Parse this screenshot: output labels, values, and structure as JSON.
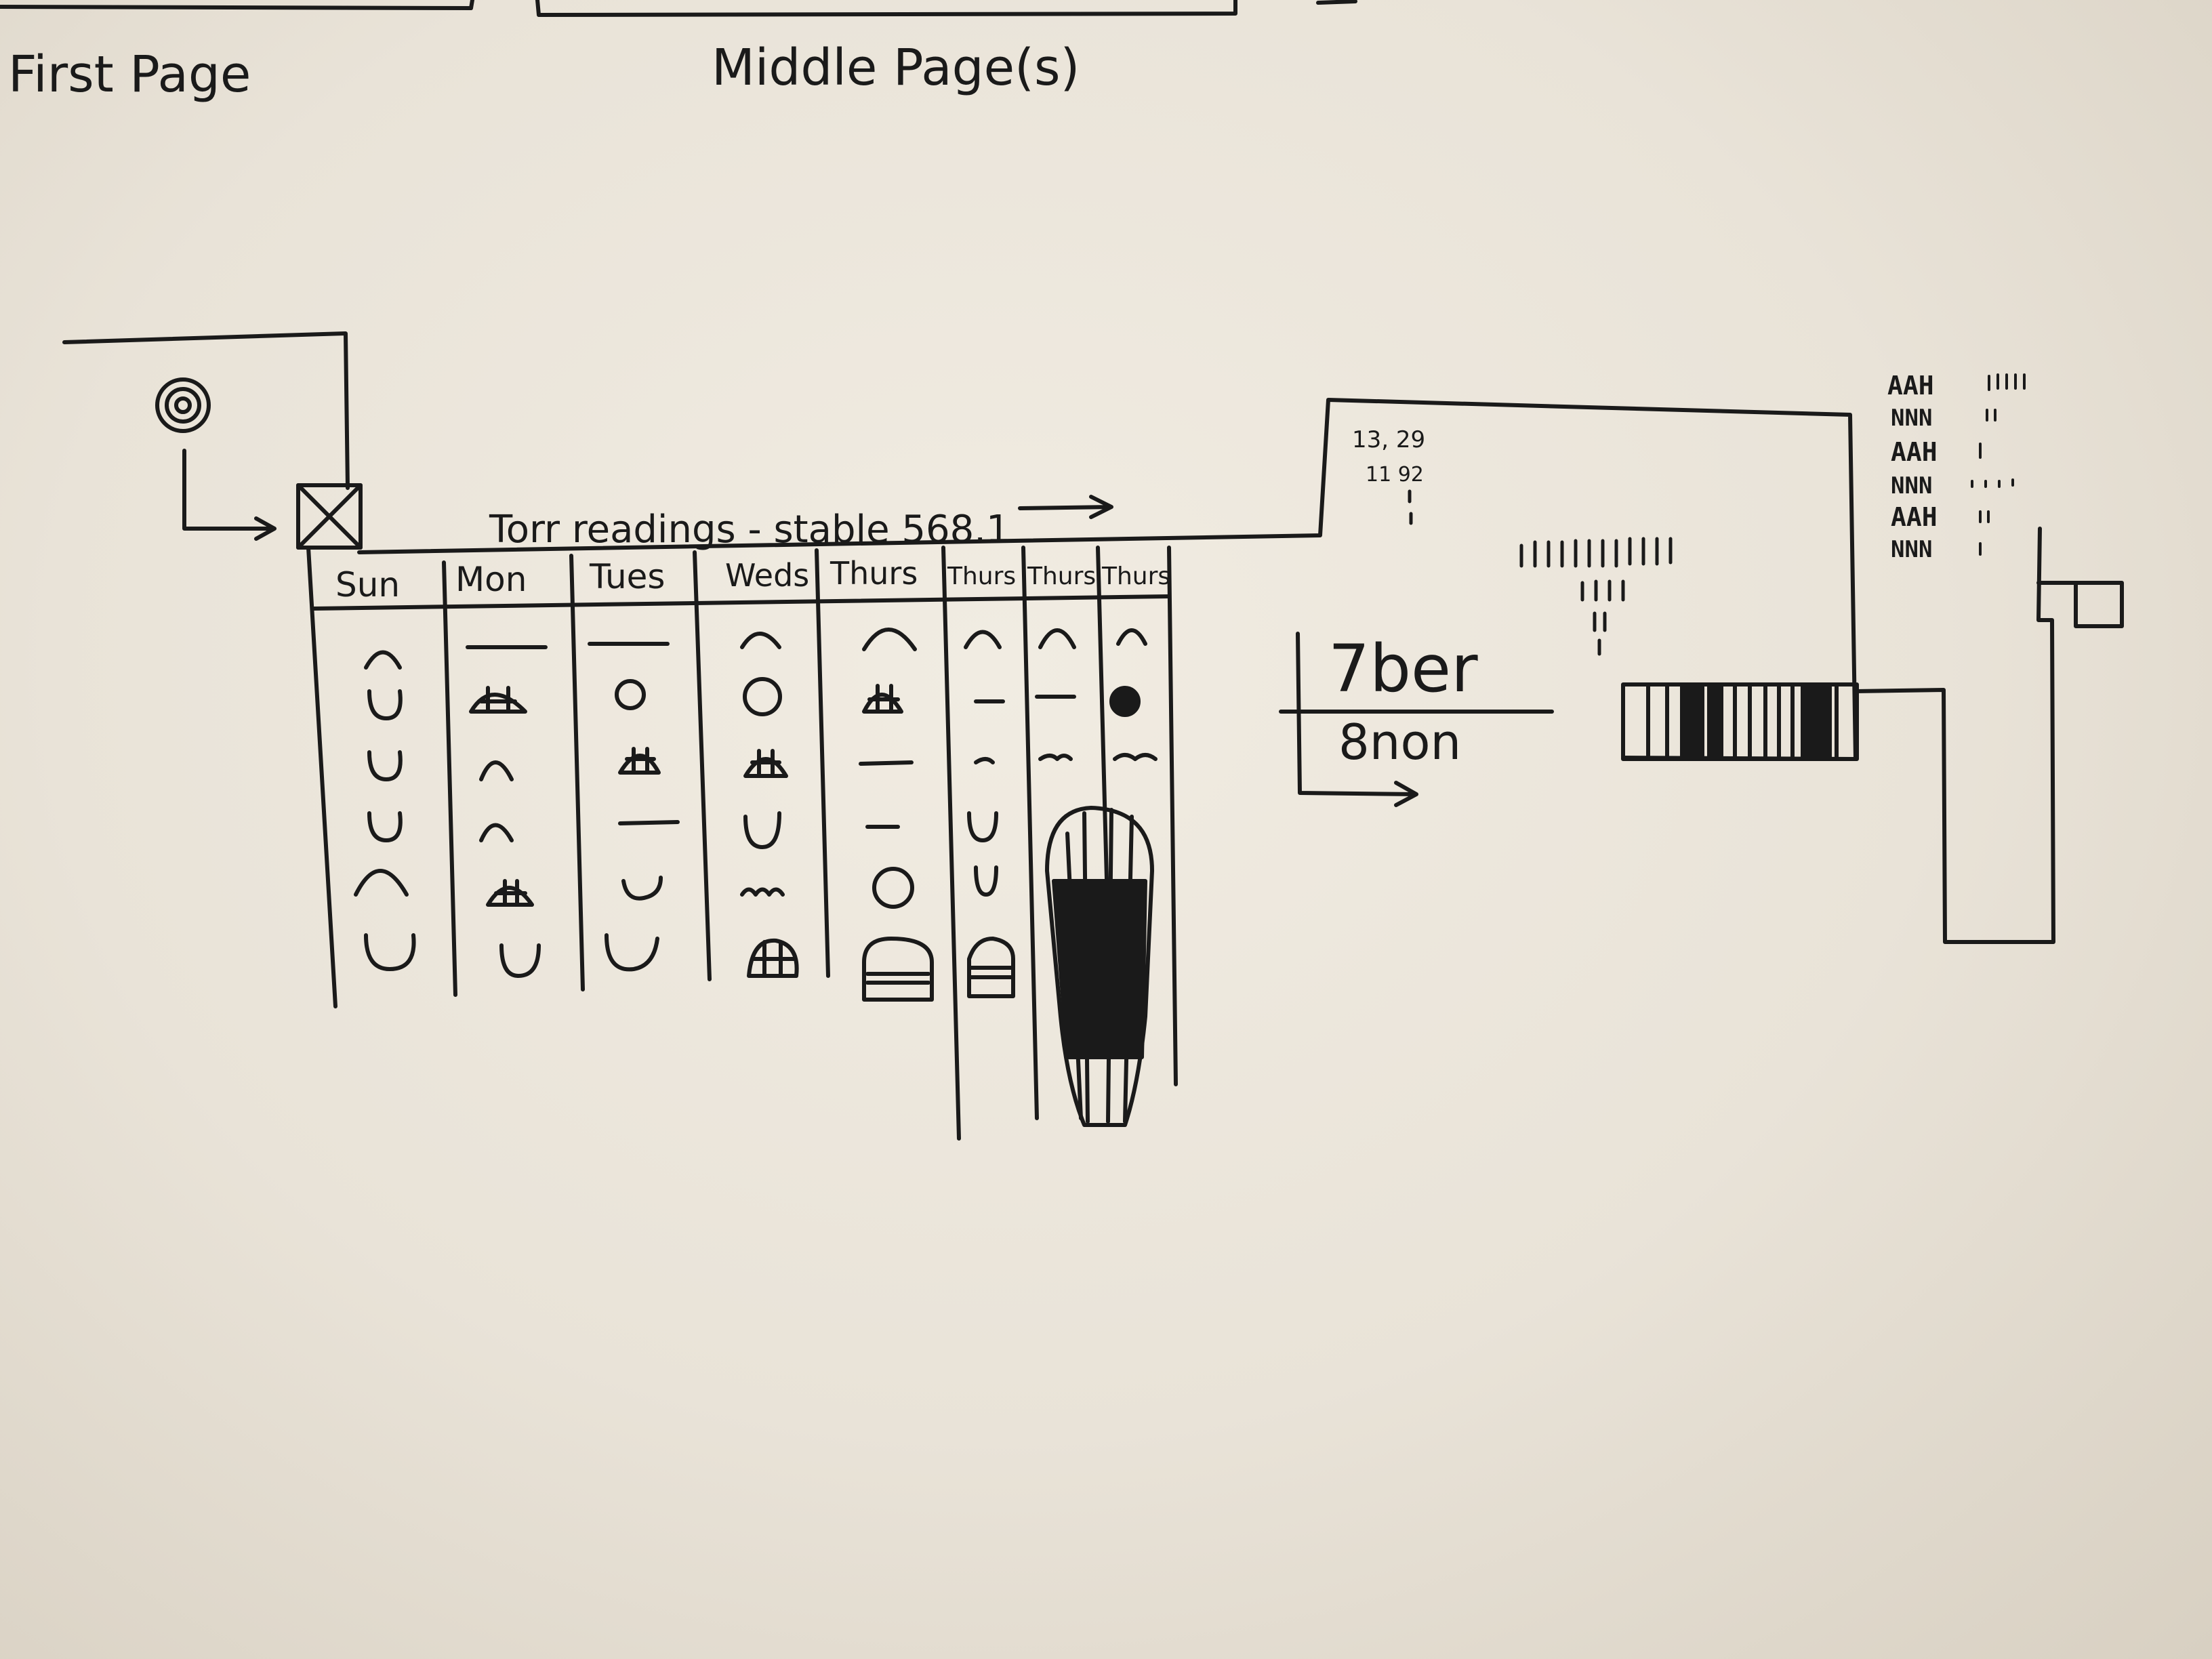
{
  "header": {
    "first_page_label": "First Page",
    "middle_pages_label": "Middle Page(s)"
  },
  "diagram": {
    "torr_label": "Torr readings - stable 568.1",
    "days": [
      "Sun",
      "Mon",
      "Tues",
      "Weds",
      "Thurs",
      "Thurs",
      "Thurs",
      "Thurs"
    ],
    "fraction": {
      "numerator": "7ber",
      "denominator": "8non"
    },
    "small_numbers": {
      "a": "13, 29",
      "b": "11 92"
    },
    "tally_log": [
      "AAH",
      "NNN",
      "AAH",
      "NNN",
      "AAH",
      "NNN"
    ]
  },
  "colors": {
    "ink": "#1a1a1a",
    "paper": "#ece6db"
  }
}
